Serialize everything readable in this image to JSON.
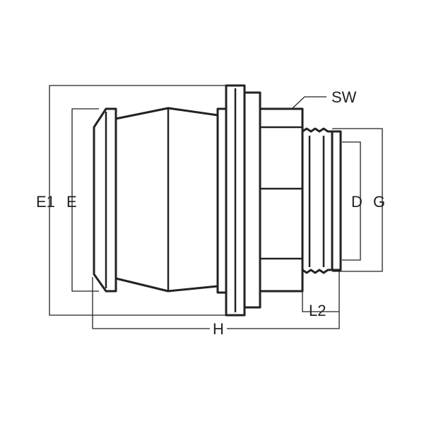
{
  "labels": {
    "sw": "SW",
    "e1": "E1",
    "e": "E",
    "d": "D",
    "g": "G",
    "l2": "L2",
    "h": "H"
  }
}
